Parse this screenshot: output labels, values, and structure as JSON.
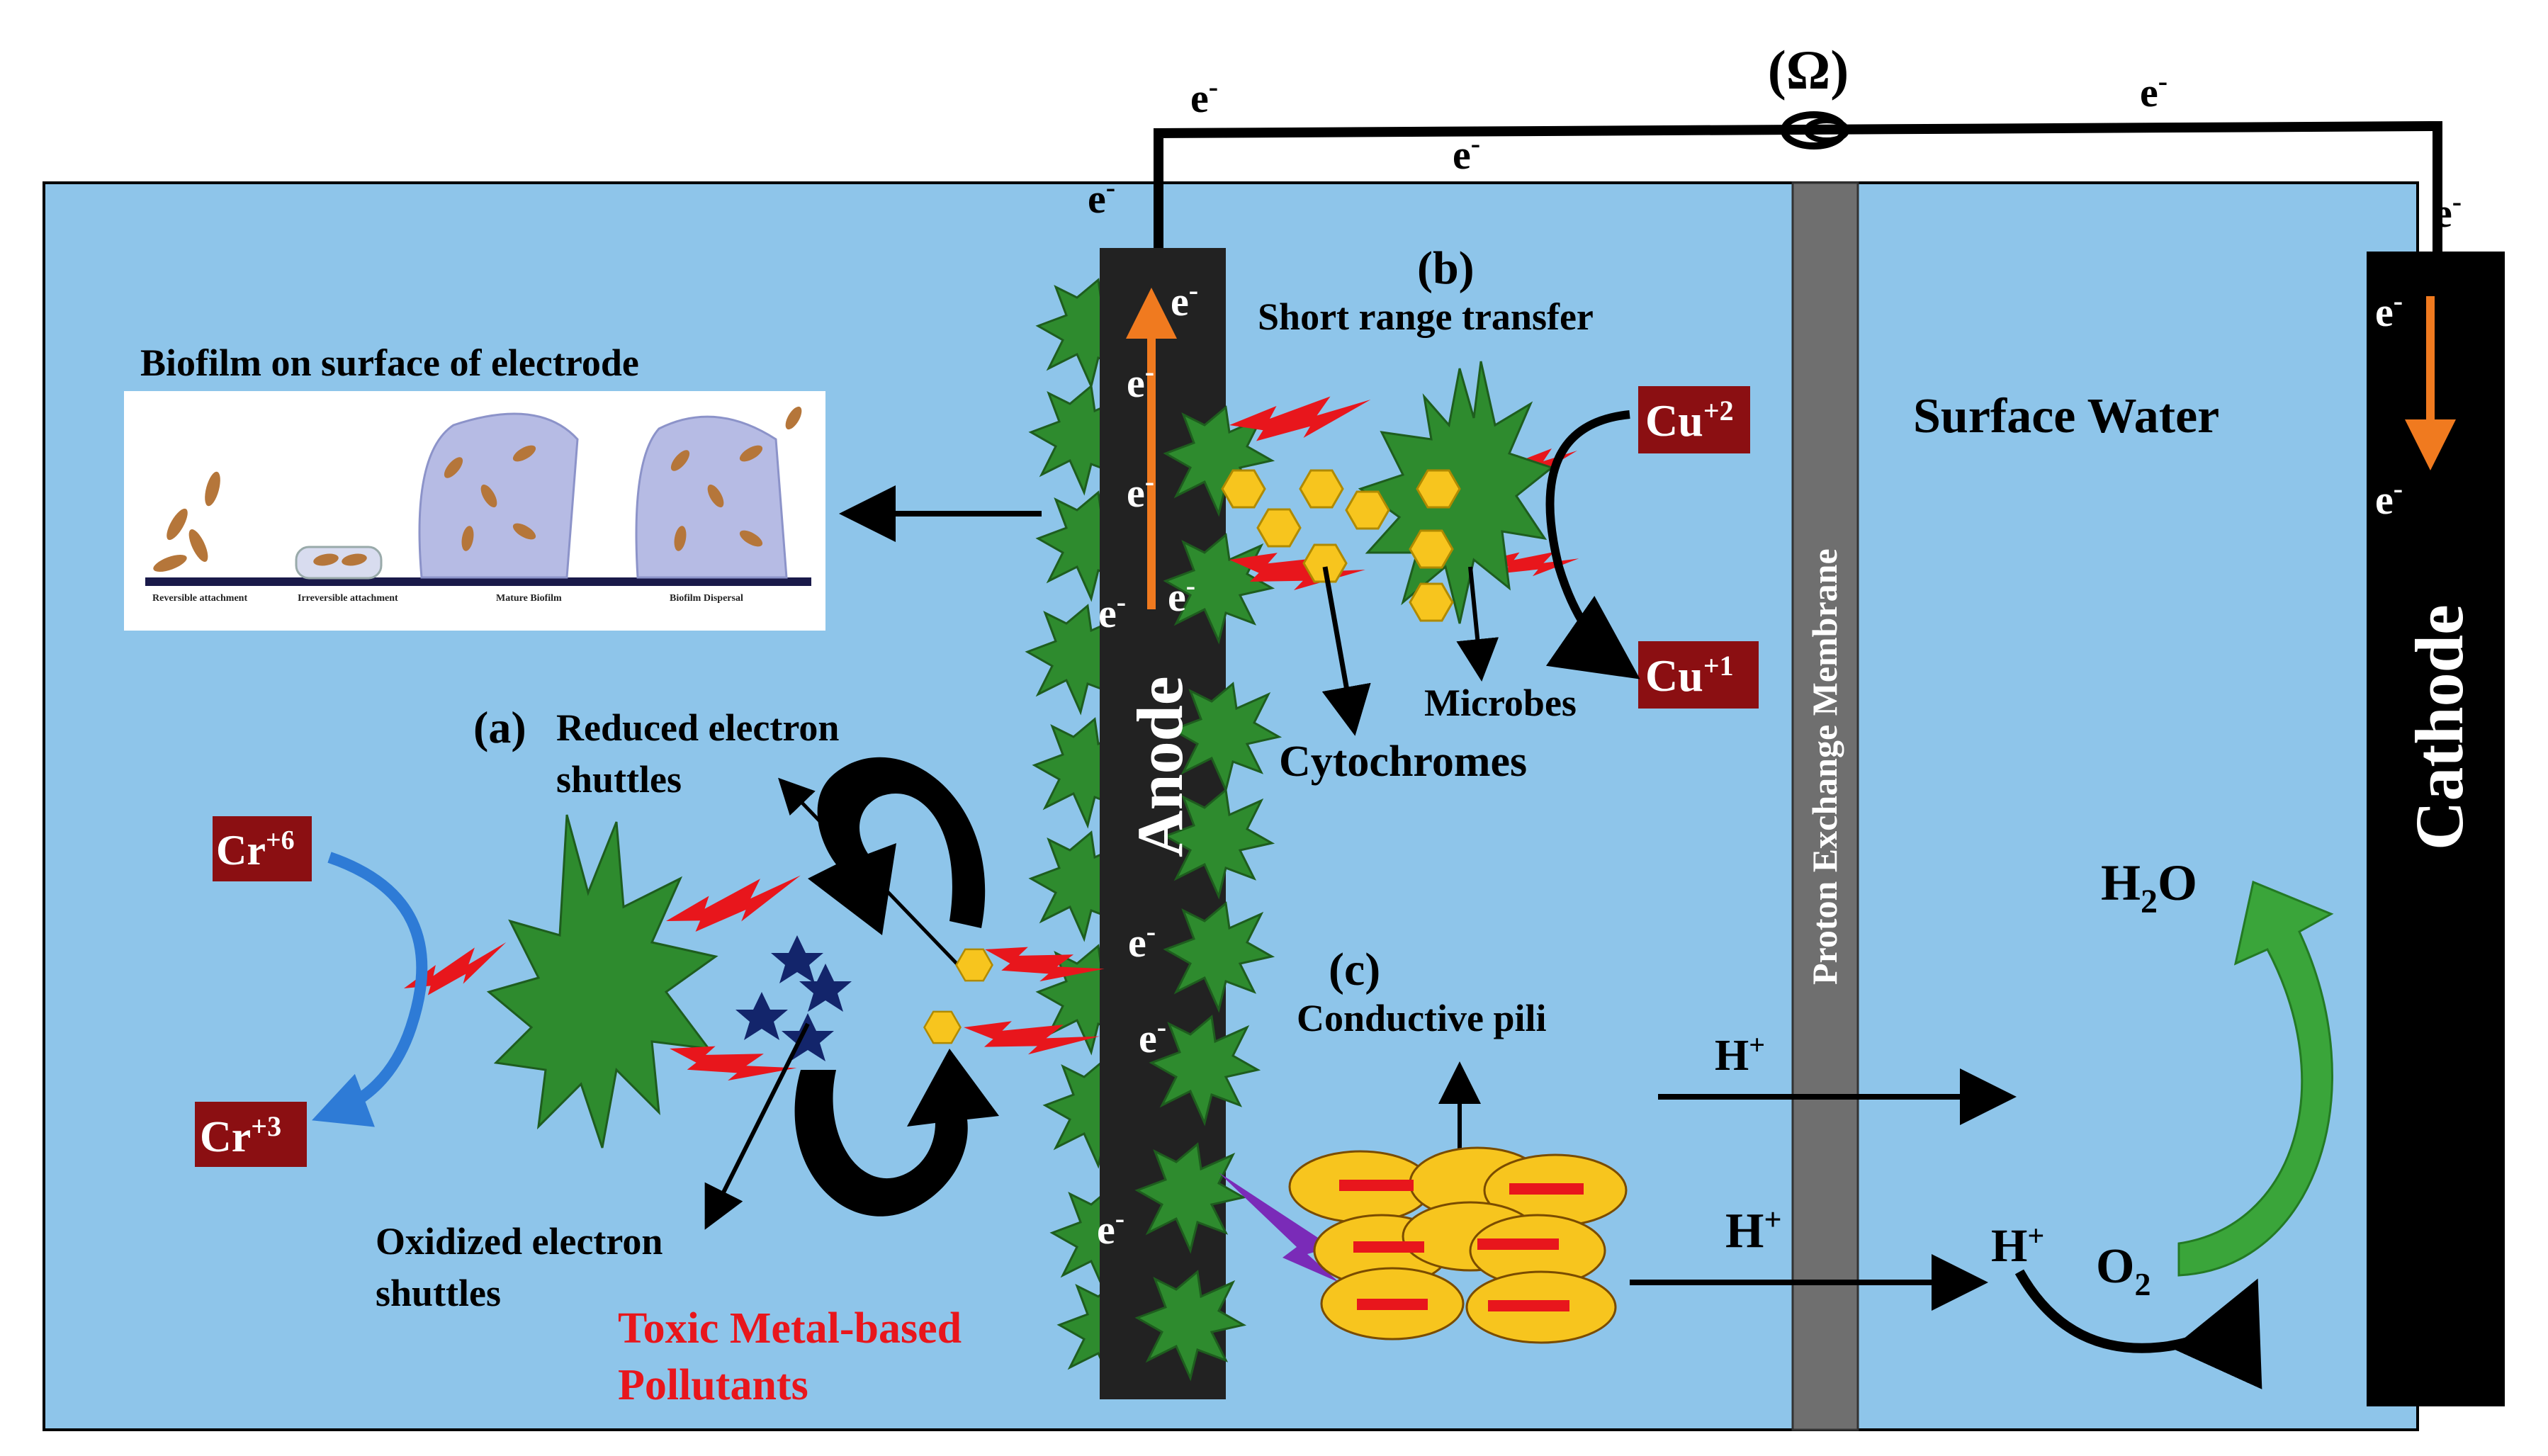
{
  "colors": {
    "water": "#8ec5ea",
    "electrode": "#222222",
    "membrane": "#6f6f6f",
    "biofilm_green": "#2e8b2e",
    "spark_red": "#e8161c",
    "cytochrome_yellow": "#f7c51e",
    "ion_box": "#8b0f12",
    "electron_arrow": "#f07a1f",
    "pollutant_text": "#e8161c",
    "star_blue": "#13256b",
    "cr_arrow_blue": "#2e7bd6",
    "o2_arrow_green": "#3aa53a",
    "pili_purple": "#7a2bb8"
  },
  "circuit": {
    "resistor_label": "(Ω)",
    "electron": "e",
    "electron_sup": "-"
  },
  "labels": {
    "anode": "Anode",
    "cathode": "Cathode",
    "membrane": "Proton Exchange Membrane",
    "surface_water": "Surface Water",
    "biofilm_title": "Biofilm on surface of electrode",
    "biofilm_stages": [
      "Reversible attachment",
      "Irreversible attachment",
      "Mature Biofilm",
      "Biofilm Dispersal"
    ],
    "label_a": "(a)",
    "label_b": "(b)",
    "label_c": "(c)",
    "short_range": "Short range transfer",
    "microbes": "Microbes",
    "cytochromes": "Cytochromes",
    "reduced_shuttles_1": "Reduced electron",
    "reduced_shuttles_2": "shuttles",
    "oxidized_shuttles_1": "Oxidized electron",
    "oxidized_shuttles_2": "shuttles",
    "conductive_pili": "Conductive pili",
    "pollutants_1": "Toxic Metal-based",
    "pollutants_2": "Pollutants"
  },
  "ions": {
    "cr6": {
      "base": "Cr",
      "sup": "+6"
    },
    "cr3": {
      "base": "Cr",
      "sup": "+3"
    },
    "cu2": {
      "base": "Cu",
      "sup": "+2"
    },
    "cu1": {
      "base": "Cu",
      "sup": "+1"
    },
    "h_plus": {
      "base": "H",
      "sup": "+"
    },
    "water": {
      "base": "H",
      "sub": "2",
      "tail": "O"
    },
    "oxygen": {
      "base": "O",
      "sub": "2"
    }
  }
}
